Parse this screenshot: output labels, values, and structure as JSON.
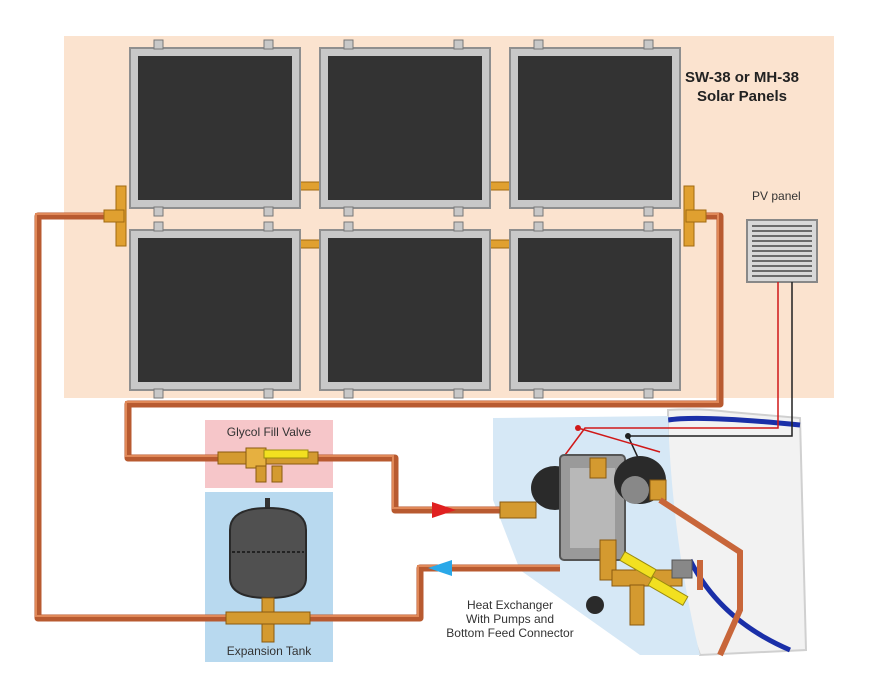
{
  "labels": {
    "panels_title_line1": "SW-38 or MH-38",
    "panels_title_line2": "Solar Panels",
    "pv_panel": "PV panel",
    "glycol_fill_valve": "Glycol Fill Valve",
    "expansion_tank": "Expansion Tank",
    "heat_exchanger_line1": "Heat Exchanger",
    "heat_exchanger_line2": "With Pumps and",
    "heat_exchanger_line3": "Bottom Feed Connector"
  },
  "colors": {
    "panel_area_bg": "#fbe3cf",
    "panel_frame": "#b5b5b5",
    "panel_absorber": "#333333",
    "copper_pipe": "#c8663a",
    "brass_fitting": "#e0a030",
    "glycol_box": "#f6c6c9",
    "expansion_box": "#b8d9ef",
    "hx_area": "#d6e8f6",
    "tank_body": "#505050",
    "flow_red": "#e02020",
    "flow_blue": "#2aa8e8",
    "wire_red": "#d01818",
    "wire_black": "#202020",
    "storage_tank_line": "#1a2fa8"
  },
  "panels": {
    "rows": 2,
    "columns": 3
  }
}
